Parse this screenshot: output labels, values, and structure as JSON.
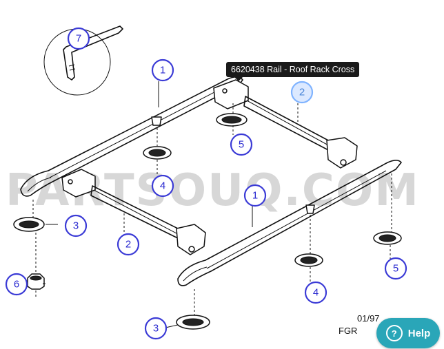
{
  "tooltip": {
    "text": "6620438 Rail - Roof Rack Cross"
  },
  "watermark": {
    "text": "PARTSOUQ.COM"
  },
  "callouts": {
    "c1a": "1",
    "c1b": "1",
    "c2a": "2",
    "c2b": "2",
    "c3a": "3",
    "c3b": "3",
    "c4a": "4",
    "c4b": "4",
    "c5a": "5",
    "c5b": "5",
    "c6": "6",
    "c7": "7"
  },
  "drawing_code": {
    "date": "01/97",
    "ref": "FGR"
  },
  "help_button": {
    "label": "Help",
    "icon": "?"
  },
  "colors": {
    "callout_stroke": "#3b3bd6",
    "callout_active": "#7fb3ff",
    "help_bg": "#2aa6b8"
  }
}
